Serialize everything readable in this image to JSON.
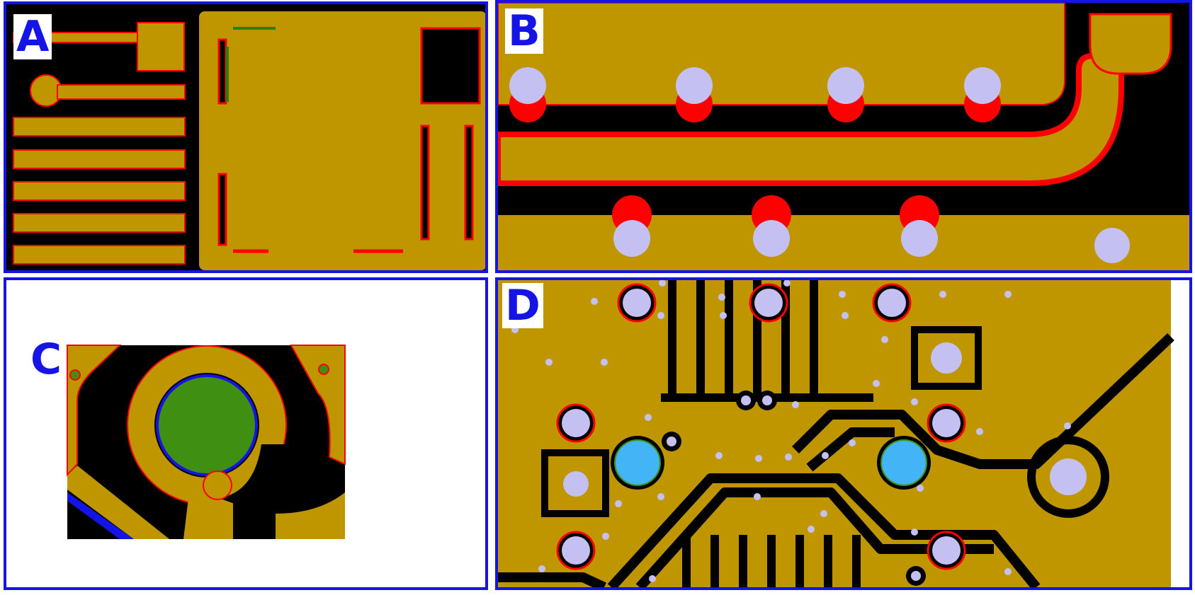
{
  "panels": [
    {
      "label": "A"
    },
    {
      "label": "B"
    },
    {
      "label": "C"
    },
    {
      "label": "D"
    }
  ],
  "colors": {
    "copper": "#c09600",
    "substrate": "#000000",
    "edge": "#ff0000",
    "via": "#c4c0f2",
    "plated_hole_green": "#3f8f12",
    "plated_hole_cyan": "#43b4f6",
    "frame": "#1414e6",
    "background": "#ffffff"
  }
}
